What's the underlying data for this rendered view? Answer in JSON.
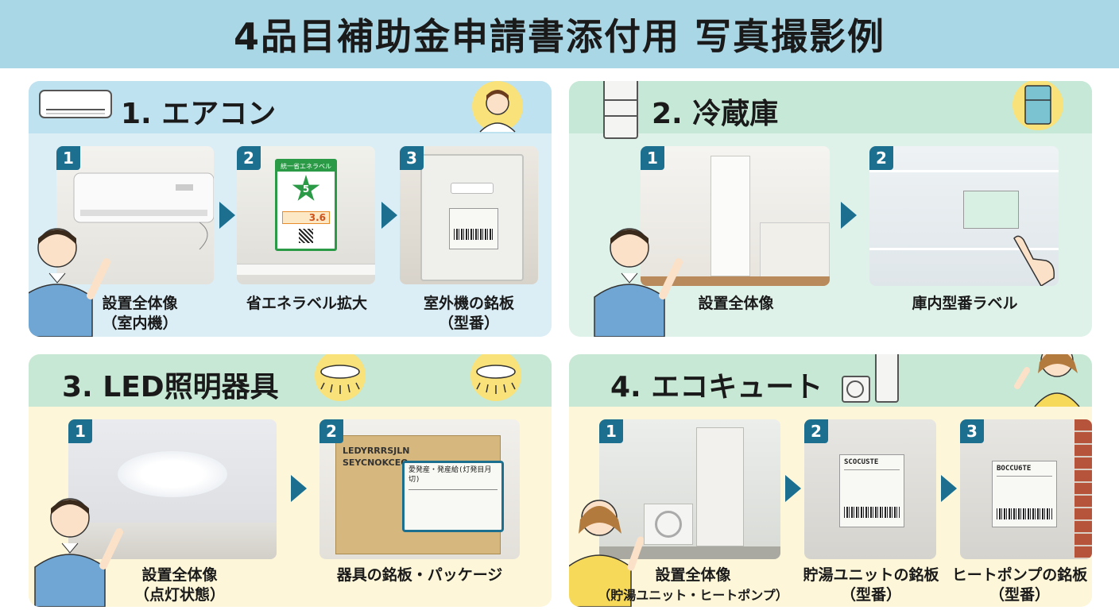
{
  "title": "4品目補助金申請書添付用 写真撮影例",
  "sections": [
    {
      "heading": "1. エアコン",
      "photos": [
        {
          "num": "1",
          "caption_line1": "設置全体像",
          "caption_line2": "（室内機）"
        },
        {
          "num": "2",
          "caption_line1": "省エネラベル拡大",
          "caption_line2": ""
        },
        {
          "num": "3",
          "caption_line1": "室外機の銘板",
          "caption_line2": "（型番）"
        }
      ],
      "energy_label": {
        "title": "統一省エネラベル",
        "stars": "5",
        "value": "3.6"
      }
    },
    {
      "heading": "2. 冷蔵庫",
      "photos": [
        {
          "num": "1",
          "caption_line1": "設置全体像",
          "caption_line2": ""
        },
        {
          "num": "2",
          "caption_line1": "庫内型番ラベル",
          "caption_line2": ""
        }
      ]
    },
    {
      "heading": "3. LED照明器具",
      "photos": [
        {
          "num": "1",
          "caption_line1": "設置全体像",
          "caption_line2": "（点灯状態）"
        },
        {
          "num": "2",
          "caption_line1": "器具の銘板・パッケージ",
          "caption_line2": ""
        }
      ],
      "box_text": {
        "brand1": "LEDYRRRSJLN",
        "brand2": "SEYCNOKCEO",
        "plate_title": "愛発産・発産給(灯発目月切)"
      }
    },
    {
      "heading": "4. エコキュート",
      "photos": [
        {
          "num": "1",
          "caption_line1": "設置全体像",
          "caption_line2": "（貯湯ユニット・ヒートポンプ）"
        },
        {
          "num": "2",
          "caption_line1": "貯湯ユニットの銘板",
          "caption_line2": "（型番）"
        },
        {
          "num": "3",
          "caption_line1": "ヒートポンプの銘板",
          "caption_line2": "（型番）"
        }
      ],
      "plate_text": {
        "unit_brand": "SCOCUSTE",
        "heatpump_brand": "BOCCU6TE"
      }
    }
  ],
  "colors": {
    "title_bg": "#a9d7e6",
    "accent": "#1d6f8f",
    "blue_panel": "#dbeef6",
    "green_head": "#c7e8d5",
    "yellow_panel": "#fdf6d8"
  }
}
